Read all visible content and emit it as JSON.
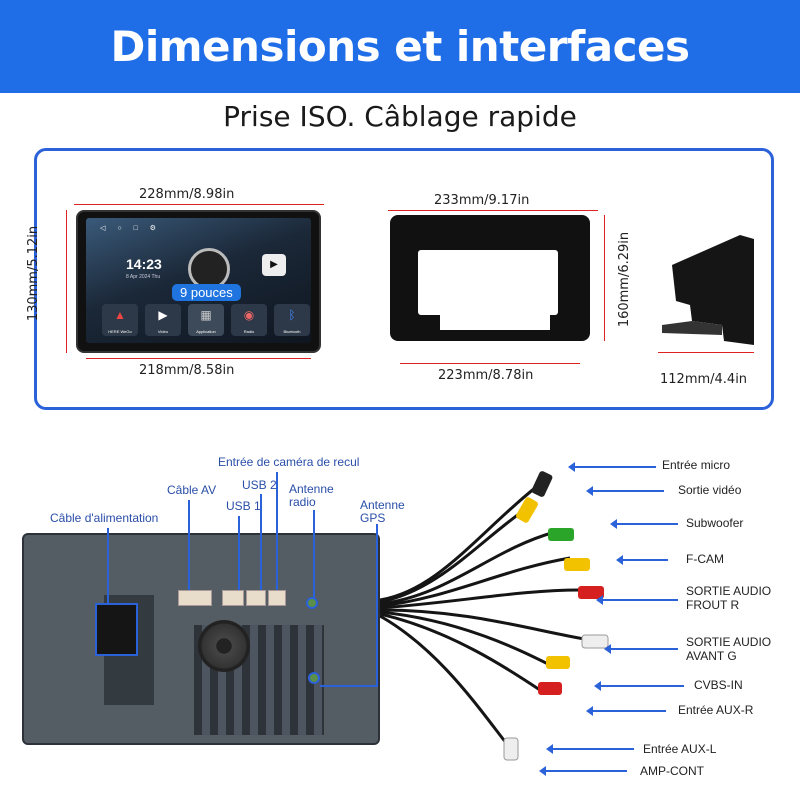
{
  "header": {
    "title": "Dimensions et interfaces"
  },
  "subtitle": "Prise ISO. Câblage rapide",
  "dimensions": {
    "unit_top": "228mm/8.98in",
    "unit_bottom": "218mm/8.58in",
    "unit_side": "130mm/5.12in",
    "frame_top": "233mm/9.17in",
    "frame_bottom": "223mm/8.78in",
    "frame_side": "160mm/6.29in",
    "bracket_bottom": "112mm/4.4in"
  },
  "screen": {
    "time": "14:23",
    "date": "8 Apr 2024 Thu",
    "badge": "9 pouces",
    "apps": [
      {
        "label": "HERE WeGo",
        "icon": "navigation-icon"
      },
      {
        "label": "Video",
        "icon": "video-icon"
      },
      {
        "label": "Application",
        "icon": "apps-grid-icon"
      },
      {
        "label": "Radio",
        "icon": "radio-icon"
      },
      {
        "label": "Bluetooth",
        "icon": "bluetooth-icon"
      }
    ]
  },
  "interfaces": {
    "power": "Câble d'alimentation",
    "av": "Câble AV",
    "usb1": "USB 1",
    "usb2": "USB 2",
    "camera": "Entrée de caméra de recul",
    "radio": "Antenne\nradio",
    "gps": "Antenne\nGPS"
  },
  "cables": [
    {
      "label": "Entrée micro",
      "color": "#222222"
    },
    {
      "label": "Sortie vidéo",
      "color": "#f2c200"
    },
    {
      "label": "Subwoofer",
      "color": "#f2c200"
    },
    {
      "label": "F-CAM",
      "color": "#2aa52a"
    },
    {
      "label": "SORTIE AUDIO\nFROUT R",
      "color": "#d62020"
    },
    {
      "label": "SORTIE AUDIO\nAVANT G",
      "color": "#eeeeee"
    },
    {
      "label": "CVBS-IN",
      "color": "#f2c200"
    },
    {
      "label": "Entrée AUX-R",
      "color": "#d62020"
    },
    {
      "label": "Entrée AUX-L",
      "color": "#eeeeee"
    },
    {
      "label": "AMP-CONT",
      "color": "#cccccc"
    }
  ],
  "colors": {
    "accent": "#1f6ee8",
    "dimension_line": "#dd2222"
  }
}
